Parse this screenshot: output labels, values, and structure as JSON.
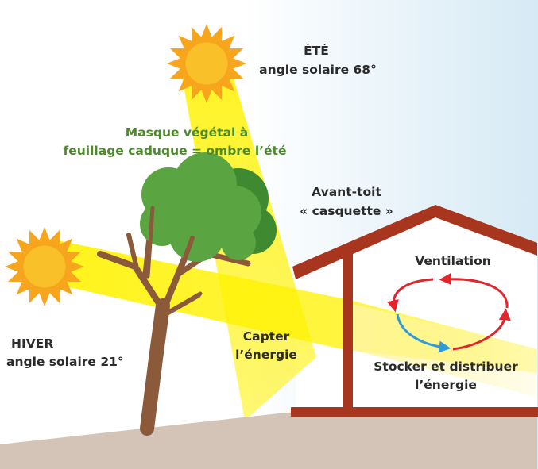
{
  "labels": {
    "summer": {
      "title": "ÉTÉ",
      "angle": "angle solaire 68°"
    },
    "winter": {
      "title": "HIVER",
      "angle": "angle solaire 21°"
    },
    "vegetal_mask": {
      "line1": "Masque végétal à",
      "line2": "feuillage caduque = ombre l’été"
    },
    "overhang": {
      "line1": "Avant-toit",
      "line2": "« casquette »"
    },
    "ventilation": "Ventilation",
    "capture": {
      "line1": "Capter",
      "line2": "l’énergie"
    },
    "store": {
      "line1": "Stocker et distribuer",
      "line2": "l’énergie"
    }
  },
  "colors": {
    "sky": "#d6eaf5",
    "sun": "#f7a51c",
    "sun_core": "#f9c02a",
    "beam": "#fff200",
    "ground": "#d4c3b7",
    "house": "#a8351e",
    "tree_leaves": "#5aa542",
    "tree_leaves_dark": "#3f8a30",
    "trunk": "#8a5a3b",
    "vegetal_text": "#4e8a2c",
    "arrow_red": "#e3242b",
    "arrow_blue": "#2d9cdb"
  }
}
